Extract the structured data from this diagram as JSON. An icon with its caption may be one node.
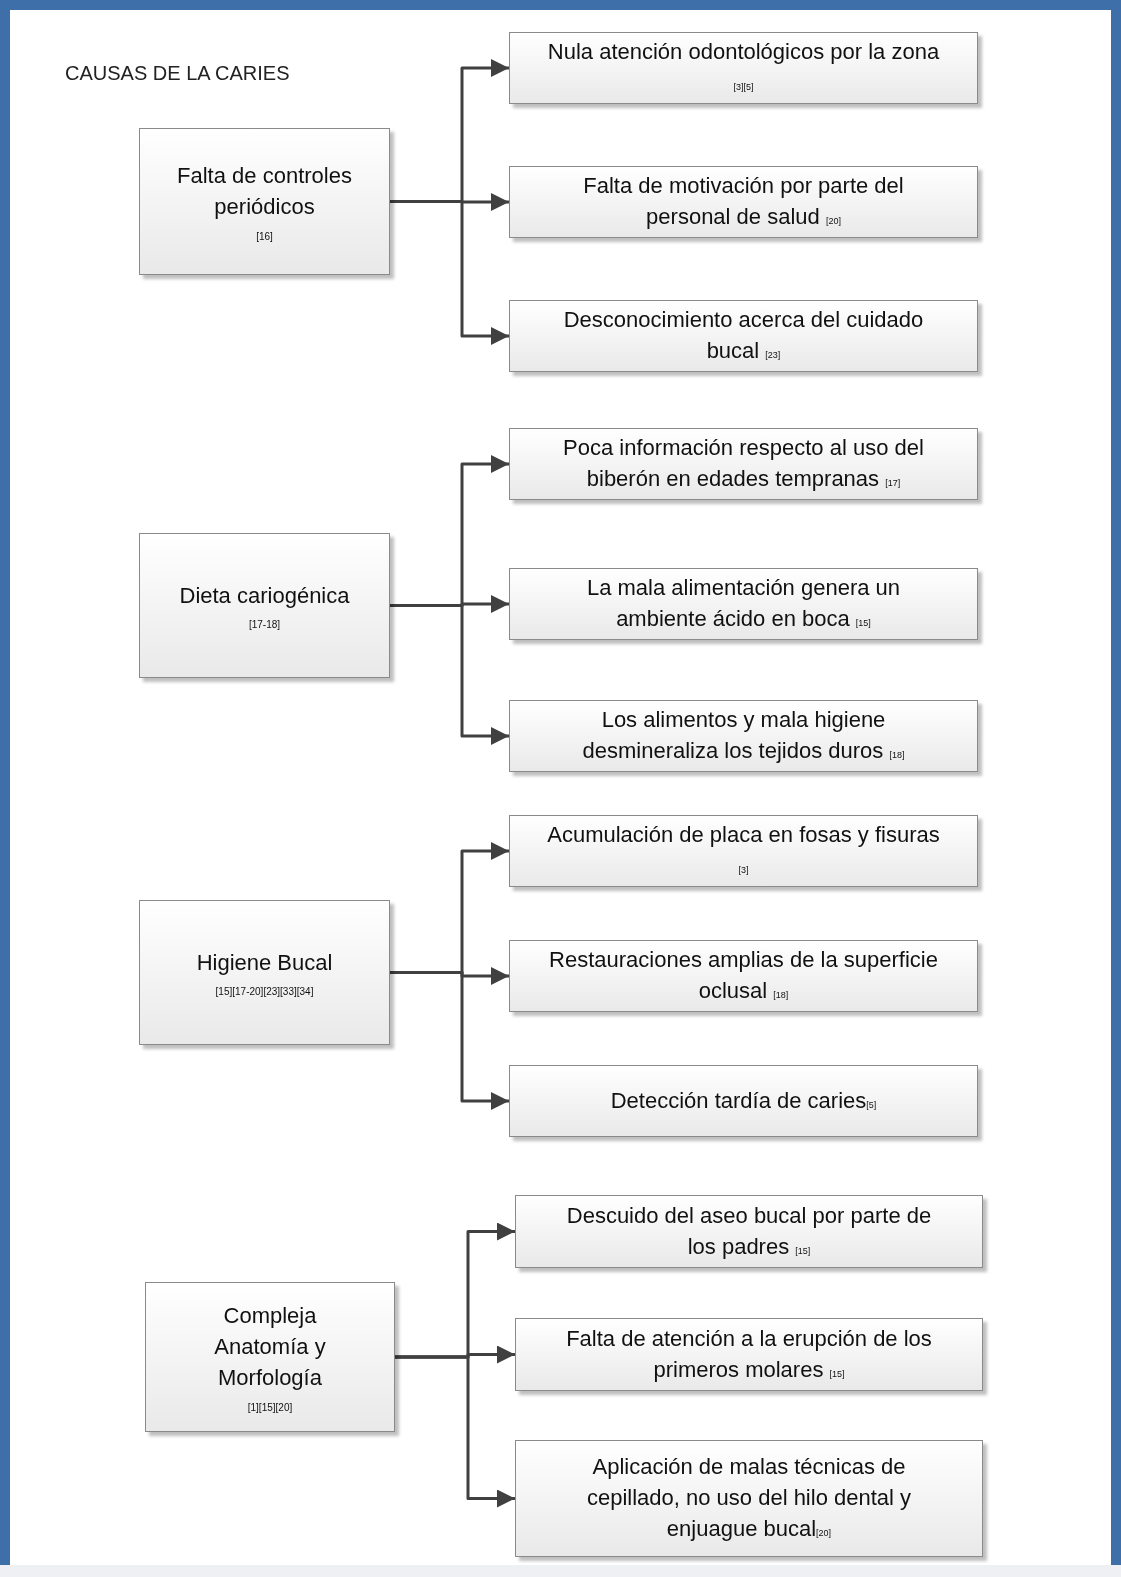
{
  "diagram": {
    "title": "CAUSAS DE LA CARIES",
    "nodes": [
      {
        "text": [
          "Falta de controles periódicos",
          "[16]"
        ]
      },
      {
        "text": [
          "Nula atención odontológicos por la zona $_{[3][5]}$"
        ]
      },
      {
        "text": [
          "Falta de motivación por parte del personal de salud $_{[20]}$"
        ]
      },
      {
        "text": [
          "Desconocimiento acerca del cuidado bucal $_{[23]}$"
        ]
      },
      {
        "text": [
          "Dieta cariogénica",
          "[17-18]"
        ]
      },
      {
        "text": [
          "Poca información respecto al uso del biberón en edades tempranas $_{[17]}$"
        ]
      },
      {
        "text": [
          "La mala alimentación genera un ambiente ácido en boca $_{[15]}$"
        ]
      },
      {
        "text": [
          "Los alimentos y mala higiene desmineraliza los tejidos duros $_{[18]}$"
        ]
      },
      {
        "text": [
          "Higiene Bucal",
          "[15][17-20][23][33][34]"
        ]
      },
      {
        "text": [
          "Acumulación de placa en fosas y fisuras $_{[3]}$"
        ]
      },
      {
        "text": [
          "Restauraciones amplias de la superficie oclusal $_{[18]}$"
        ]
      },
      {
        "text": [
          "Detección tardía de caries$_{[5]}$"
        ]
      },
      {
        "text": [
          "Compleja Anatomía y Morfología",
          "[1][15][20]"
        ]
      },
      {
        "text": [
          "Descuido del aseo bucal por parte de los padres $_{[15]}$"
        ]
      },
      {
        "text": [
          "Falta de atención a la erupción de los primeros molares $_{[15]}$"
        ]
      },
      {
        "text": [
          "Aplicación de malas técnicas de cepillado, no uso del hilo dental y enjuague bucal$_{[20]}$"
        ]
      }
    ],
    "edges": [
      {
        "from": 0,
        "to": 1,
        "arrow": "to"
      },
      {
        "from": 0,
        "to": 2,
        "arrow": "to"
      },
      {
        "from": 0,
        "to": 3,
        "arrow": "to"
      },
      {
        "from": 4,
        "to": 5,
        "arrow": "to"
      },
      {
        "from": 4,
        "to": 6,
        "arrow": "to"
      },
      {
        "from": 4,
        "to": 7,
        "arrow": "to"
      },
      {
        "from": 8,
        "to": 9,
        "arrow": "to"
      },
      {
        "from": 8,
        "to": 10,
        "arrow": "to"
      },
      {
        "from": 8,
        "to": 11,
        "arrow": "to"
      },
      {
        "from": 12,
        "to": 13,
        "arrow": "to"
      },
      {
        "from": 12,
        "to": 14,
        "arrow": "to"
      },
      {
        "from": 12,
        "to": 15,
        "arrow": "to"
      }
    ]
  }
}
